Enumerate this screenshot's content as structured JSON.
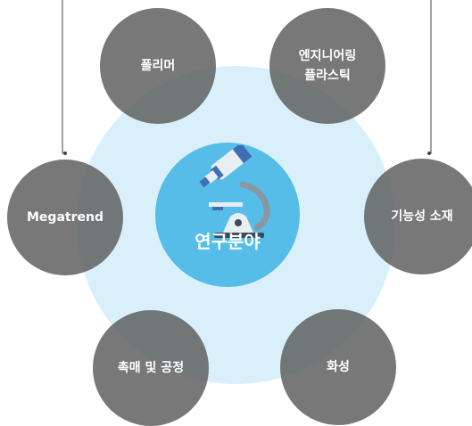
{
  "center": {
    "label": "연구분야",
    "icon": "microscope-icon"
  },
  "nodes": [
    {
      "id": "polymer",
      "label": "폴리머"
    },
    {
      "id": "engineering-plastic",
      "label": "엔지니어링\n플라스틱"
    },
    {
      "id": "megatrend",
      "label": "Megatrend"
    },
    {
      "id": "functional-material",
      "label": "기능성 소재"
    },
    {
      "id": "catalyst-process",
      "label": "촉매 및 공정"
    },
    {
      "id": "chemistry",
      "label": "화성"
    }
  ],
  "colors": {
    "halo": "#d9f0fa",
    "core": "#55bde8",
    "node": "#5a5a5a",
    "connector": "#444444"
  }
}
